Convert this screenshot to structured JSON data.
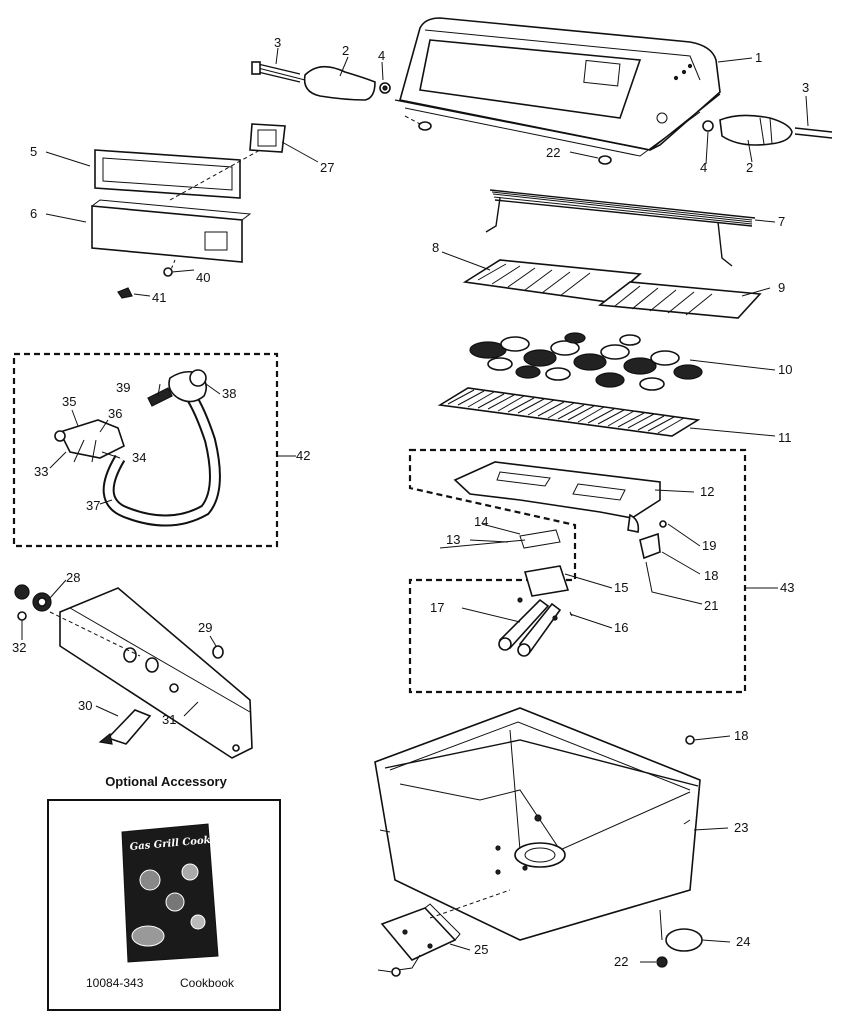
{
  "callouts": {
    "c1": "1",
    "c2a": "2",
    "c2b": "2",
    "c3a": "3",
    "c3b": "3",
    "c4a": "4",
    "c4b": "4",
    "c5": "5",
    "c6": "6",
    "c7": "7",
    "c8": "8",
    "c9": "9",
    "c10": "10",
    "c11": "11",
    "c12": "12",
    "c13": "13",
    "c14": "14",
    "c15": "15",
    "c16": "16",
    "c17": "17",
    "c18a": "18",
    "c18b": "18",
    "c19": "19",
    "c21": "21",
    "c22a": "22",
    "c22b": "22",
    "c23": "23",
    "c24": "24",
    "c25": "25",
    "c27": "27",
    "c28": "28",
    "c29": "29",
    "c30": "30",
    "c31": "31",
    "c32": "32",
    "c33": "33",
    "c34": "34",
    "c35": "35",
    "c36": "36",
    "c37": "37",
    "c38": "38",
    "c39": "39",
    "c40": "40",
    "c41": "41",
    "c42": "42",
    "c43": "43"
  },
  "accessory": {
    "heading": "Optional Accessory",
    "cover_title": "Gas Grill Cookouts",
    "part_number": "10084-343",
    "part_name": "Cookbook"
  }
}
